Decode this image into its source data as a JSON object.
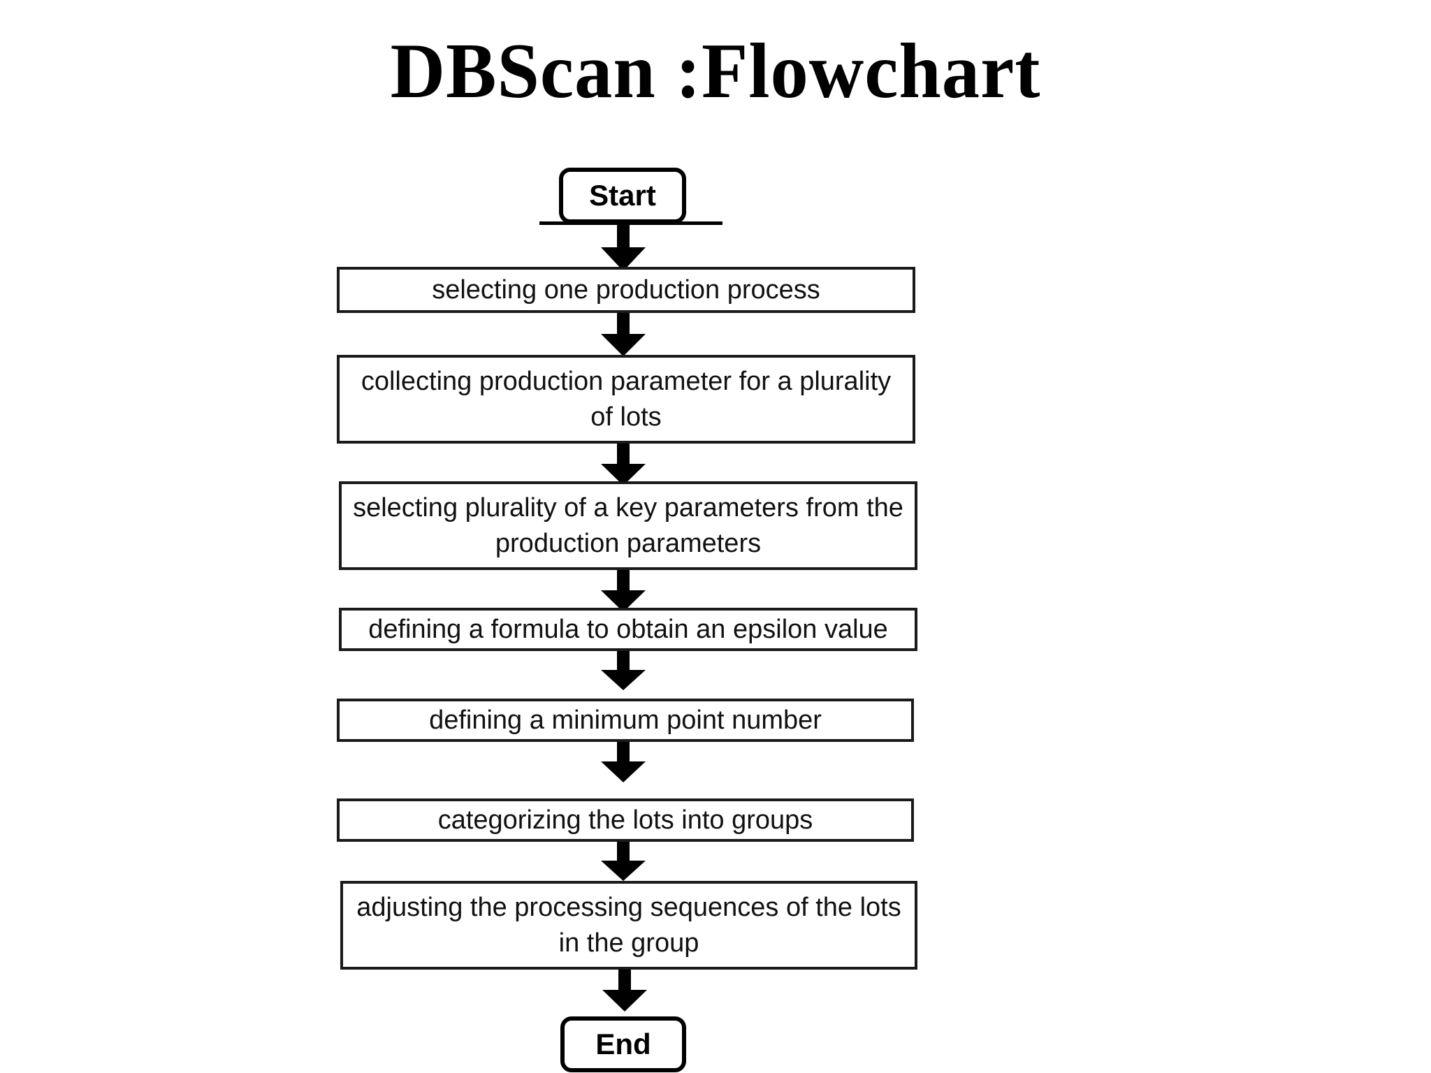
{
  "title": "DBScan :Flowchart",
  "flowchart": {
    "type": "flowchart",
    "orientation": "top-to-bottom",
    "start_label": "Start",
    "end_label": "End",
    "connector_style": "solid-block-arrow",
    "steps": [
      {
        "id": "step1",
        "label": "selecting one production process"
      },
      {
        "id": "step2",
        "label": "collecting production parameter for a plurality of lots"
      },
      {
        "id": "step3",
        "label": "selecting plurality of a key parameters from the production parameters"
      },
      {
        "id": "step4",
        "label": "defining a formula to obtain an epsilon value"
      },
      {
        "id": "step5",
        "label": "defining a minimum point number"
      },
      {
        "id": "step6",
        "label": "categorizing the lots into groups"
      },
      {
        "id": "step7",
        "label": "adjusting the processing sequences of the lots in the group"
      }
    ],
    "colors": {
      "background": "#ffffff",
      "stroke": "#000000",
      "box_stroke": "#1a1a1a",
      "text": "#111111",
      "arrow": "#000000"
    }
  }
}
